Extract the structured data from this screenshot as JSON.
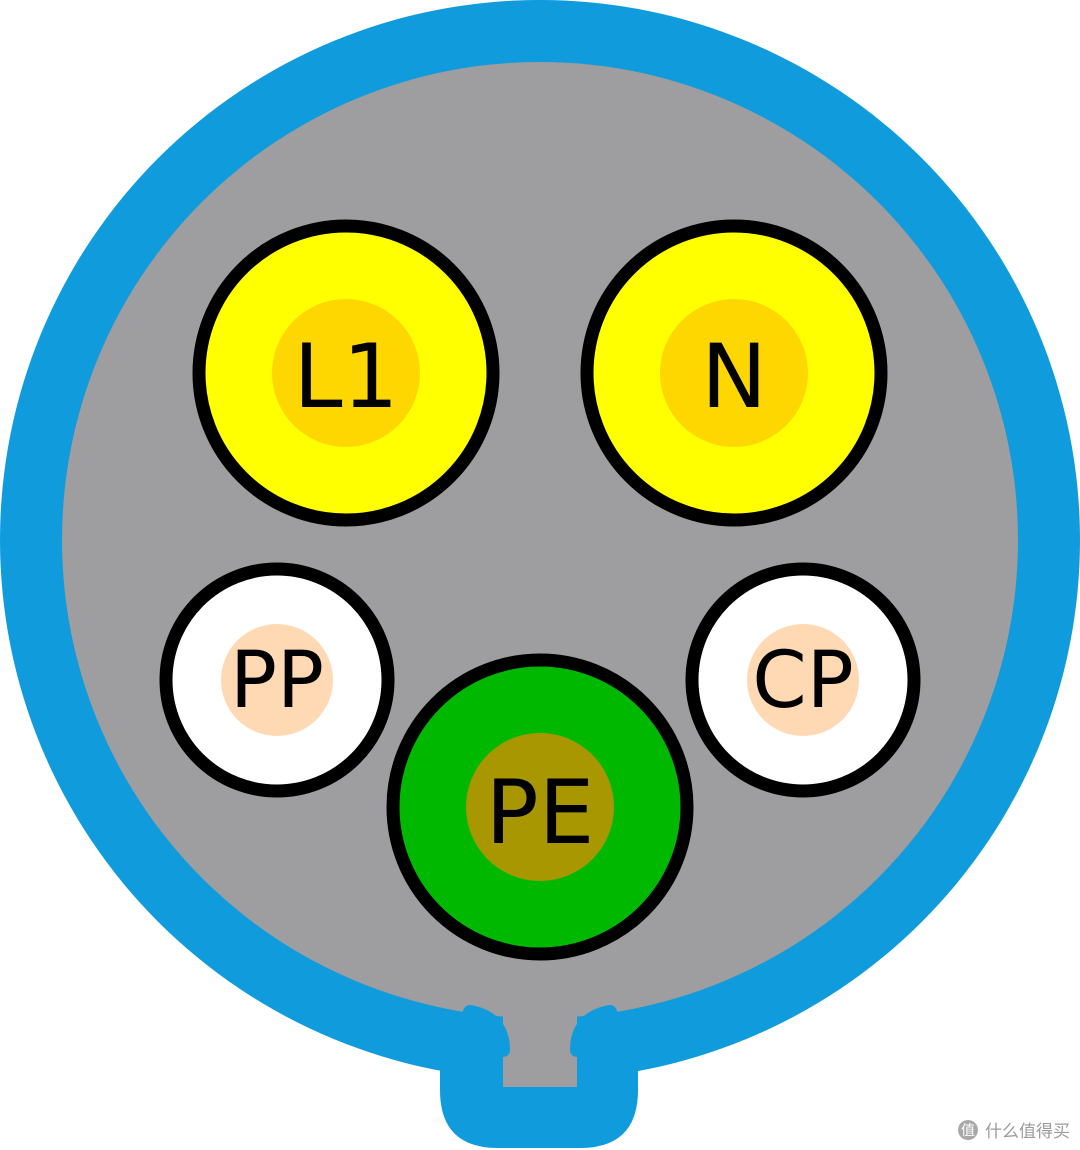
{
  "connector": {
    "pins": [
      {
        "id": "l1",
        "label": "L1"
      },
      {
        "id": "n",
        "label": "N"
      },
      {
        "id": "pp",
        "label": "PP"
      },
      {
        "id": "cp",
        "label": "CP"
      },
      {
        "id": "pe",
        "label": "PE"
      }
    ]
  },
  "colors": {
    "shell": "#0f9bdc",
    "face": "#9e9d9f",
    "power_pin_outer": "#ffff00",
    "power_pin_inner": "#ffd700",
    "signal_pin_outer": "#ffffff",
    "signal_pin_inner": "#ffd9b3",
    "earth_pin_outer": "#00b800",
    "earth_pin_inner": "#a89700",
    "pin_border": "#000000"
  },
  "watermark": {
    "text": "什么值得买",
    "icon": "smzdm-logo-icon"
  }
}
